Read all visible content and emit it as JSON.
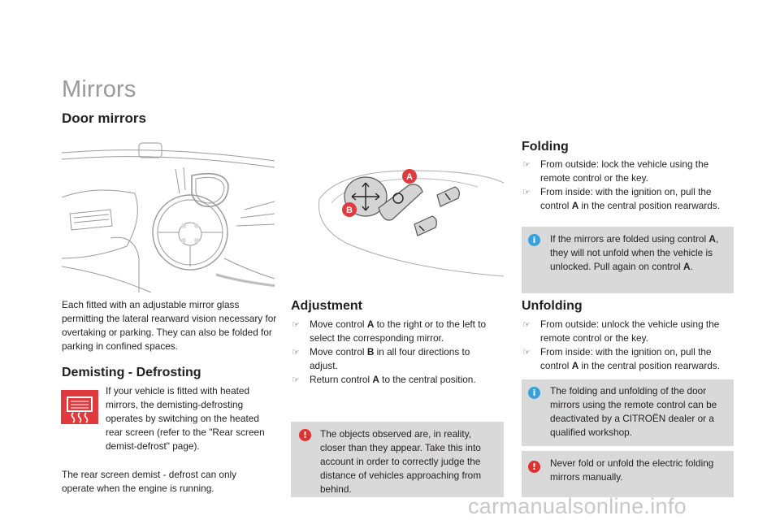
{
  "page": {
    "title": "Mirrors",
    "section_title": "Door mirrors"
  },
  "intro": "Each fitted with an adjustable mirror glass permitting the lateral rearward vision necessary for overtaking or parking. They can also be folded for parking in confined spaces.",
  "demisting": {
    "heading": "Demisting - Defrosting",
    "text": "If your vehicle is fitted with heated mirrors, the demisting-defrosting operates by switching on the heated rear screen (refer to the \"Rear screen demist-defrost\" page).",
    "note": "The rear screen demist - defrost can only operate when the engine is running."
  },
  "adjustment": {
    "heading": "Adjustment",
    "items": [
      {
        "pre": "Move control ",
        "bold": "A",
        "post": " to the right or to the left to select the corresponding mirror."
      },
      {
        "pre": "Move control ",
        "bold": "B",
        "post": " in all four directions to adjust."
      },
      {
        "pre": "Return control ",
        "bold": "A",
        "post": " to the central position."
      }
    ],
    "warning": "The objects observed are, in reality, closer than they appear. Take this into account in order to correctly judge the distance of vehicles approaching from behind."
  },
  "folding": {
    "heading": "Folding",
    "items": [
      {
        "pre": "From outside: lock the vehicle using the remote control or the key.",
        "bold": "",
        "post": ""
      },
      {
        "pre": "From inside: with the ignition on, pull the control ",
        "bold": "A",
        "post": " in the central position rearwards."
      }
    ],
    "info": {
      "pre": "If the mirrors are folded using control ",
      "bold": "A",
      "mid": ", they will not unfold when the vehicle is unlocked. Pull again on control ",
      "bold2": "A",
      "post": "."
    }
  },
  "unfolding": {
    "heading": "Unfolding",
    "items": [
      {
        "pre": "From outside: unlock the vehicle using the remote control or the key.",
        "bold": "",
        "post": ""
      },
      {
        "pre": "From inside: with the ignition on, pull the control ",
        "bold": "A",
        "post": " in the central position rearwards."
      }
    ],
    "info": "The folding and unfolding of the door mirrors using the remote control can be deactivated by a CITROËN dealer or a qualified workshop.",
    "warning": "Never fold or unfold the electric folding mirrors manually."
  },
  "diagram": {
    "label_a": "A",
    "label_b": "B"
  },
  "watermark": "carmanualsonline.info",
  "colors": {
    "accent_red": "#e03a3e",
    "info_blue": "#3aa0db",
    "note_grey": "#d9d9d9"
  },
  "icons": {
    "bullet": "pointing-finger-icon",
    "info": "info-icon",
    "warning": "exclamation-icon",
    "defrost": "rear-screen-defrost-icon"
  }
}
